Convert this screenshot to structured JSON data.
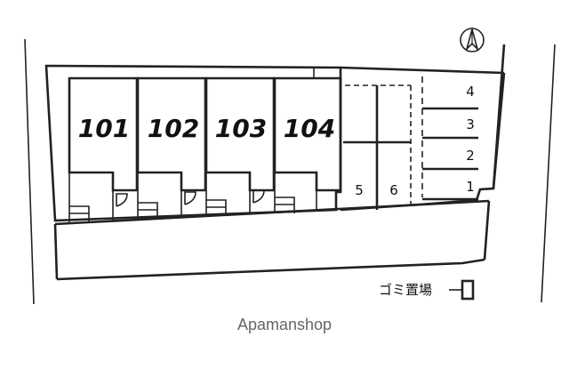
{
  "units": [
    "101",
    "102",
    "103",
    "104"
  ],
  "parking": {
    "center": [
      "5",
      "6"
    ],
    "right": [
      "4",
      "3",
      "2",
      "1"
    ]
  },
  "garbage_area_label": "ゴミ置場",
  "watermark": "Apamanshop",
  "icons": {
    "north": "north-arrow-icon",
    "door": "door-swing-icon"
  }
}
